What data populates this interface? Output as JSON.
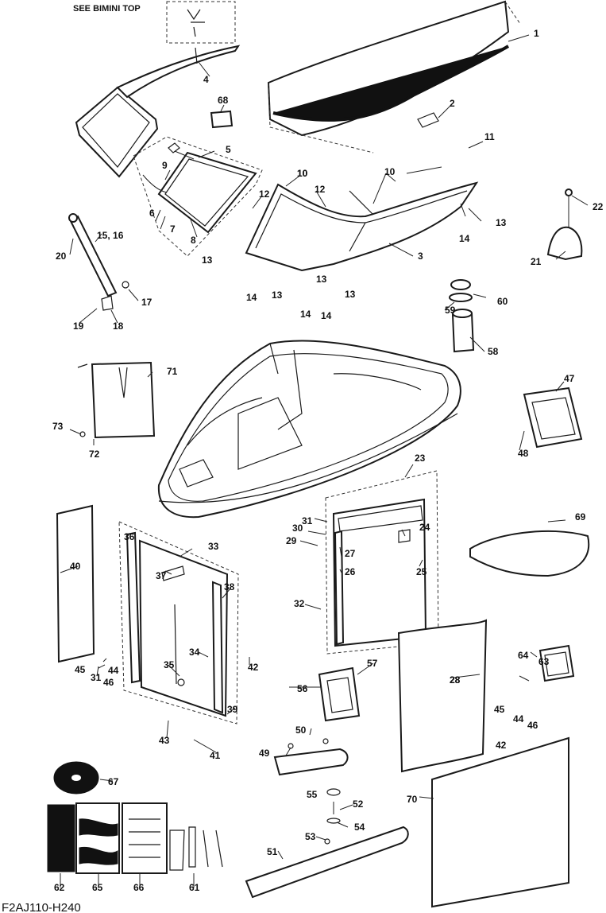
{
  "header_note": "SEE BIMINI TOP",
  "drawing_code": "F2AJ110-H240",
  "callouts": [
    "1",
    "2",
    "3",
    "4",
    "5",
    "6",
    "7",
    "8",
    "9",
    "10",
    "10",
    "10",
    "11",
    "12",
    "12",
    "13",
    "13",
    "13",
    "13",
    "13",
    "14",
    "14",
    "14",
    "14",
    "15, 16",
    "17",
    "18",
    "19",
    "20",
    "21",
    "22",
    "23",
    "24",
    "25",
    "26",
    "27",
    "28",
    "28",
    "29",
    "30",
    "31",
    "31",
    "32",
    "33",
    "34",
    "35",
    "36",
    "37",
    "38",
    "39",
    "40",
    "41",
    "42",
    "42",
    "43",
    "44",
    "44",
    "45",
    "45",
    "46",
    "46",
    "47",
    "48",
    "49",
    "50",
    "51",
    "52",
    "53",
    "54",
    "55",
    "56",
    "57",
    "58",
    "59",
    "60",
    "61",
    "62",
    "63",
    "64",
    "65",
    "66",
    "67",
    "68",
    "69",
    "70",
    "71",
    "72",
    "73"
  ]
}
